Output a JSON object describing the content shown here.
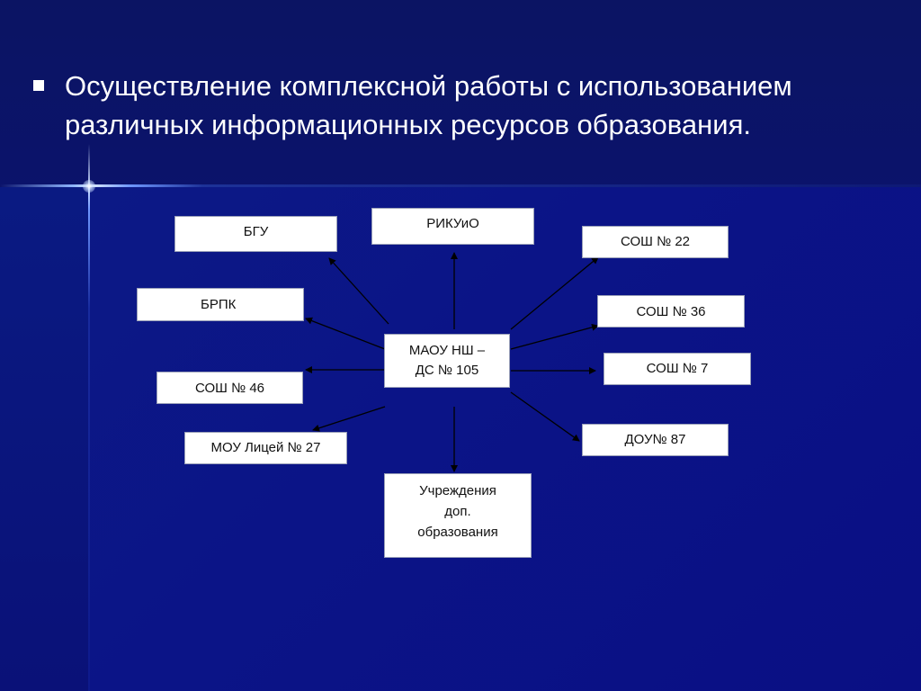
{
  "title": "Осуществление комплексной работы с использованием различных информационных ресурсов образования.",
  "center": {
    "line1": "МАОУ НШ –",
    "line2": "ДС № 105"
  },
  "nodes": {
    "bgu": "БГУ",
    "rikuio": "РИКУиО",
    "sosh22": "СОШ № 22",
    "brpk": "БРПК",
    "sosh36": "СОШ № 36",
    "sosh46": "СОШ № 46",
    "sosh7": "СОШ № 7",
    "licey27": "МОУ Лицей № 27",
    "dou87": "ДОУ№ 87",
    "dop": {
      "line1": "Учреждения",
      "line2": "доп.",
      "line3": "образования"
    }
  }
}
